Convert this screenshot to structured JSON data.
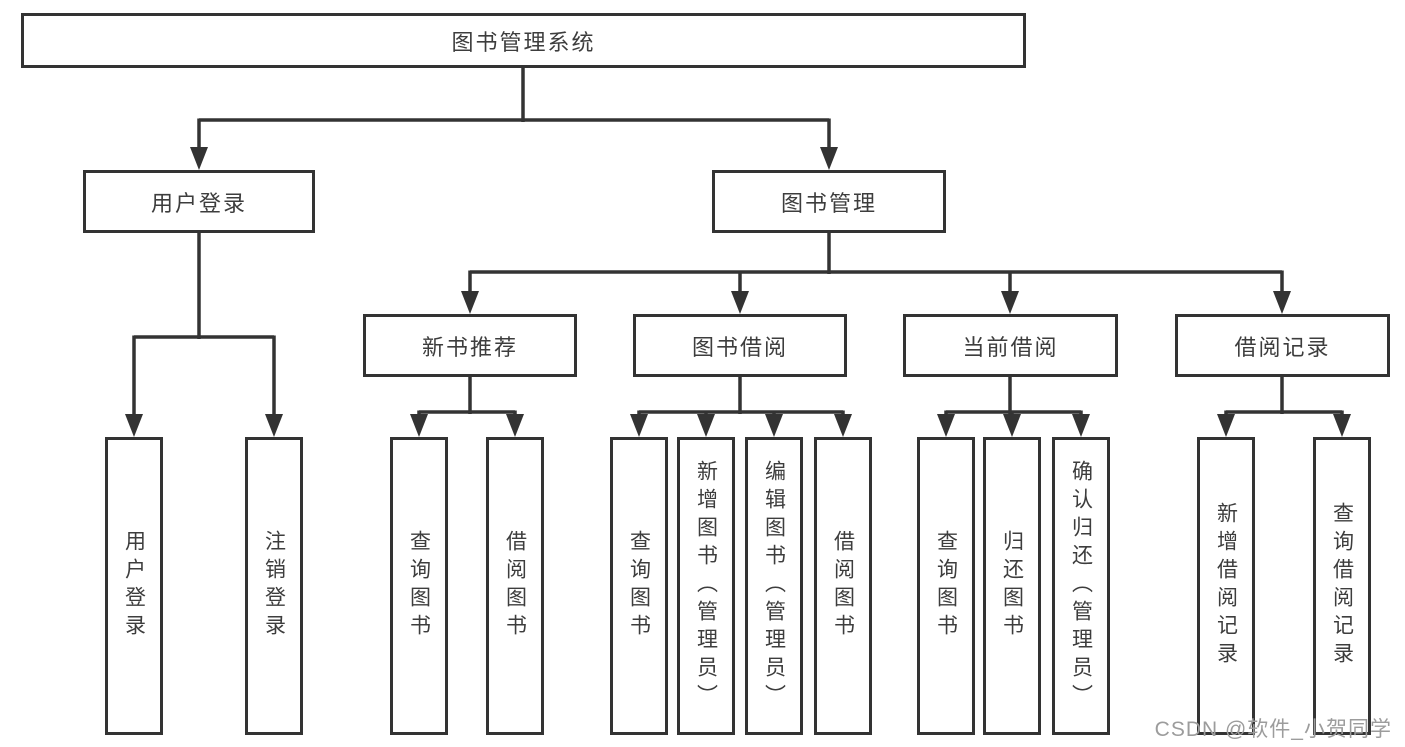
{
  "diagram": {
    "root": "图书管理系统",
    "level2": {
      "user": "用户登录",
      "book": "图书管理"
    },
    "level3": {
      "recommend": "新书推荐",
      "borrow": "图书借阅",
      "current": "当前借阅",
      "records": "借阅记录"
    },
    "leaves": {
      "user": [
        "用户登录",
        "注销登录"
      ],
      "recommend": [
        "查询图书",
        "借阅图书"
      ],
      "borrow": [
        "查询图书",
        "新增图书（管理员）",
        "编辑图书（管理员）",
        "借阅图书"
      ],
      "current": [
        "查询图书",
        "归还图书",
        "确认归还（管理员）"
      ],
      "records": [
        "新增借阅记录",
        "查询借阅记录"
      ]
    }
  },
  "watermark": "CSDN @软件_小贺同学",
  "colors": {
    "line": "#333333",
    "text": "#3d3d3d",
    "watermark": "#9c9c9c",
    "background": "#ffffff"
  }
}
